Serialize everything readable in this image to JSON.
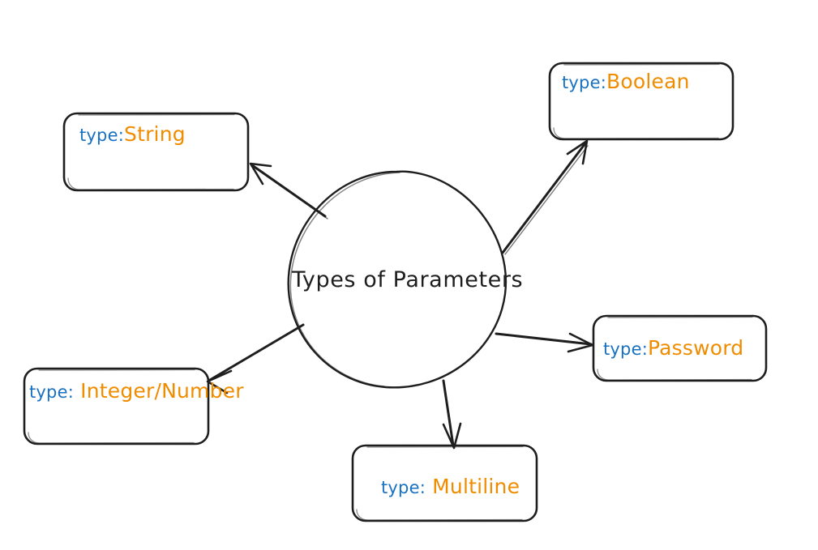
{
  "diagram": {
    "title": "Types of Parameters",
    "type": "mind-map",
    "colors": {
      "stroke": "#1e1e1e",
      "key_text": "#1971c2",
      "value_text": "#f08c00",
      "background": "#ffffff"
    },
    "center_node": {
      "shape": "ellipse",
      "label": "Types of Parameters"
    },
    "nodes": [
      {
        "id": "string",
        "shape": "rounded-rectangle",
        "key": "type:",
        "value": "String",
        "label": "type:String"
      },
      {
        "id": "boolean",
        "shape": "rounded-rectangle",
        "key": "type:",
        "value": "Boolean",
        "label": "type:Boolean"
      },
      {
        "id": "integer",
        "shape": "rounded-rectangle",
        "key": "type:",
        "value": " Integer/Number",
        "label": "type: Integer/Number"
      },
      {
        "id": "password",
        "shape": "rounded-rectangle",
        "key": "type:",
        "value": "Password",
        "label": "type:Password"
      },
      {
        "id": "multiline",
        "shape": "rounded-rectangle",
        "key": "type:",
        "value": " Multiline",
        "label": "type: Multiline"
      }
    ],
    "edges": [
      {
        "from": "center_node",
        "to": "string",
        "style": "arrow"
      },
      {
        "from": "center_node",
        "to": "boolean",
        "style": "arrow"
      },
      {
        "from": "center_node",
        "to": "integer",
        "style": "arrow"
      },
      {
        "from": "center_node",
        "to": "password",
        "style": "arrow"
      },
      {
        "from": "center_node",
        "to": "multiline",
        "style": "arrow"
      }
    ]
  }
}
